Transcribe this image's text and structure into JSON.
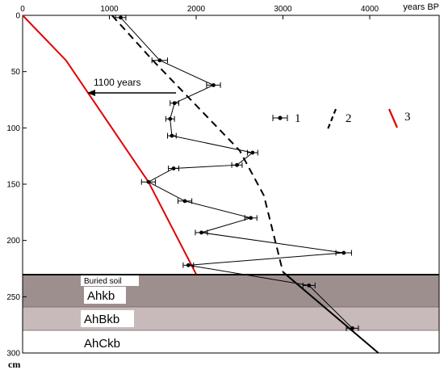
{
  "chart_data": {
    "type": "scatter",
    "xlabel": "years BP",
    "ylabel": "cm",
    "xlim": [
      0,
      4800
    ],
    "ylim": [
      300,
      0
    ],
    "x_ticks": [
      0,
      1000,
      2000,
      3000,
      4000
    ],
    "y_ticks": [
      0,
      50,
      100,
      150,
      200,
      250,
      300
    ],
    "grid": false,
    "colors": {
      "series3": "#e00000",
      "soil_dark": "#9e8f8f",
      "soil_light": "#c8baba",
      "frame": "#000000"
    },
    "legend": [
      {
        "label": "1",
        "style": "point-errorbar"
      },
      {
        "label": "2",
        "style": "dashed-line"
      },
      {
        "label": "3",
        "style": "red-line"
      }
    ],
    "series": [
      {
        "name": "1",
        "points": [
          {
            "x": 1130,
            "y": 2,
            "xerr": 60
          },
          {
            "x": 1580,
            "y": 40,
            "xerr": 90
          },
          {
            "x": 2200,
            "y": 62,
            "xerr": 80
          },
          {
            "x": 1750,
            "y": 78,
            "xerr": 50
          },
          {
            "x": 1700,
            "y": 92,
            "xerr": 50
          },
          {
            "x": 1720,
            "y": 107,
            "xerr": 50
          },
          {
            "x": 2650,
            "y": 122,
            "xerr": 60
          },
          {
            "x": 2470,
            "y": 133,
            "xerr": 60
          },
          {
            "x": 1740,
            "y": 136,
            "xerr": 60
          },
          {
            "x": 1450,
            "y": 148,
            "xerr": 80
          },
          {
            "x": 1870,
            "y": 165,
            "xerr": 80
          },
          {
            "x": 2630,
            "y": 180,
            "xerr": 70
          },
          {
            "x": 2060,
            "y": 193,
            "xerr": 70
          },
          {
            "x": 3700,
            "y": 211,
            "xerr": 90
          },
          {
            "x": 1910,
            "y": 222,
            "xerr": 60
          },
          {
            "x": 3300,
            "y": 240,
            "xerr": 70
          },
          {
            "x": 3800,
            "y": 278,
            "xerr": 70
          }
        ]
      },
      {
        "name": "2",
        "style": "dashed",
        "x": [
          1030,
          1500,
          2000,
          2500,
          2780,
          3000
        ],
        "y": [
          0,
          40,
          80,
          120,
          160,
          228
        ]
      },
      {
        "name": "black-solid",
        "style": "solid",
        "x": [
          3000,
          4100
        ],
        "y": [
          228,
          300
        ]
      },
      {
        "name": "3",
        "style": "red",
        "x": [
          0,
          500,
          1450,
          2000
        ],
        "y": [
          0,
          40,
          148,
          230
        ]
      }
    ],
    "annotations": {
      "arrow_label": "1100 years",
      "buried_soil": "Buried soil",
      "horizons": [
        "Ahkb",
        "AhBkb",
        "AhCkb"
      ]
    }
  }
}
